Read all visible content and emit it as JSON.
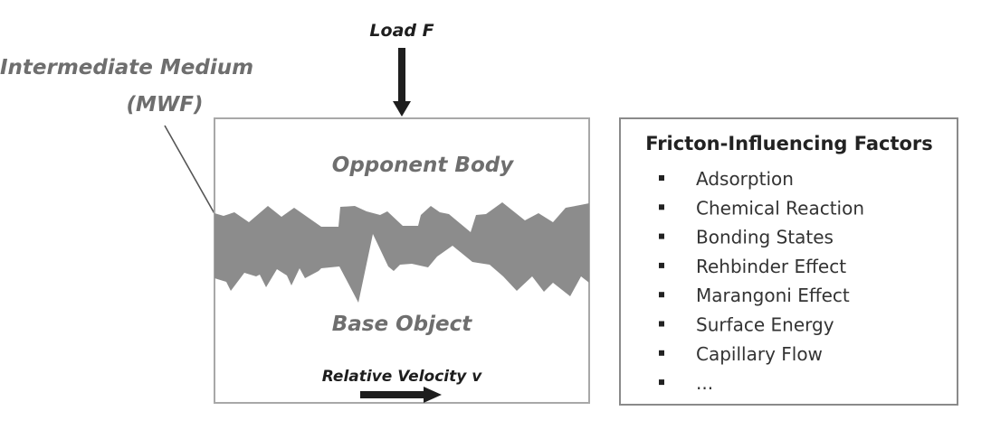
{
  "diagram": {
    "medium_label": [
      "Intermediate Medium",
      "(MWF)"
    ],
    "load_label": "Load F",
    "opponent_body_label": "Opponent Body",
    "base_object_label": "Base Object",
    "velocity_label": "Relative Velocity v",
    "factors": {
      "title": "Fricton-Influencing Factors",
      "items": [
        "Adsorption",
        "Chemical Reaction",
        "Bonding States",
        "Rehbinder Effect",
        "Marangoni Effect",
        "Surface Energy",
        "Capillary Flow",
        "..."
      ]
    },
    "colors": {
      "medium_fill": "#8c8c8c",
      "box_stroke": "#a8a8a8",
      "arrow": "#1e1e1e",
      "grey_text": "#6e6e6e"
    }
  }
}
